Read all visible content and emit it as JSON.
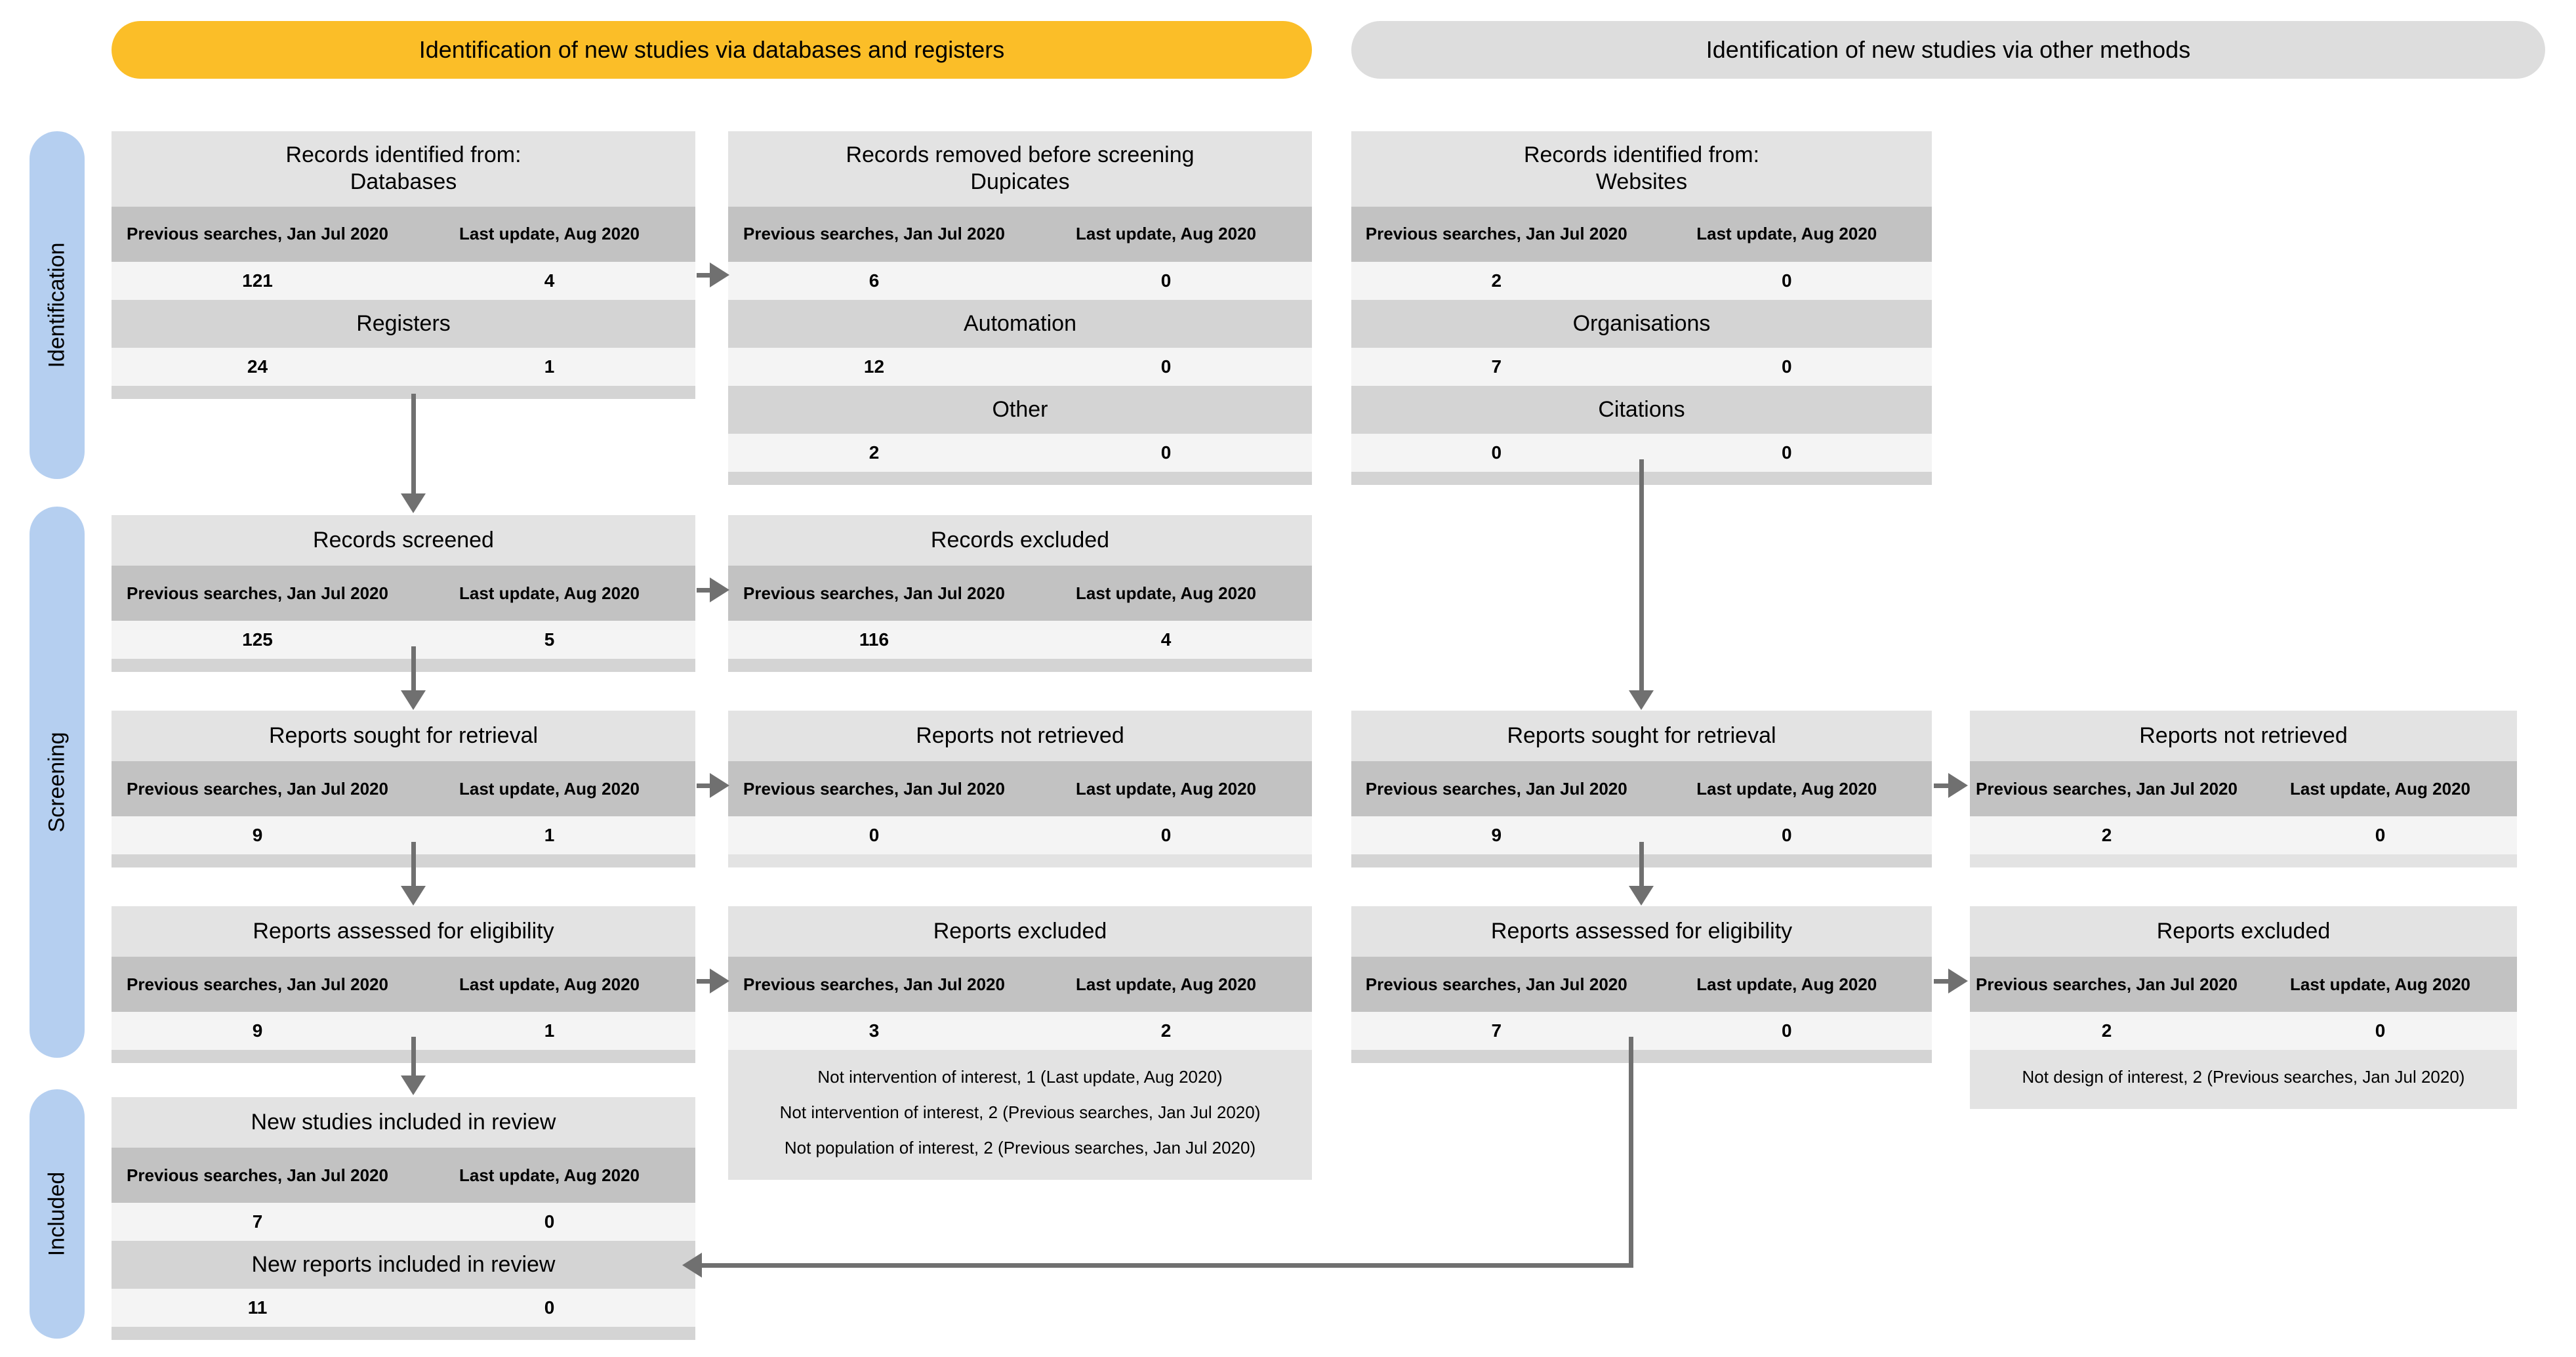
{
  "columns_headers": {
    "databases_registers": "Identification of new studies via databases and registers",
    "other_methods": "Identification of new studies via other methods"
  },
  "phases": [
    {
      "label": "Identification"
    },
    {
      "label": "Screening"
    },
    {
      "label": "Included"
    }
  ],
  "table_headers": {
    "previous": "Previous searches, Jan Jul 2020",
    "last_update": "Last update, Aug 2020"
  },
  "colors": {
    "banner_databases": "#fbbe28",
    "banner_other": "#dddddd",
    "phase_pill": "#b5cff0",
    "box_light": "#e3e3e3",
    "box_header": "#c2c2c2",
    "box_value_row": "#f4f4f4",
    "box_sub": "#d4d4d4",
    "arrow": "#707070"
  },
  "boxes": {
    "records_identified_db": {
      "title": "Records identified from:\nDatabases",
      "title_line1": "Records identified from:",
      "title_line2": "Databases",
      "values": [
        "121",
        "4"
      ],
      "sub1_label": "Registers",
      "sub1_values": [
        "24",
        "1"
      ]
    },
    "records_removed": {
      "title_line1": "Records removed before screening",
      "title_line2": "Dupicates",
      "values": [
        "6",
        "0"
      ],
      "sub1_label": "Automation",
      "sub1_values": [
        "12",
        "0"
      ],
      "sub2_label": "Other",
      "sub2_values": [
        "2",
        "0"
      ]
    },
    "records_identified_other": {
      "title_line1": "Records identified from:",
      "title_line2": "Websites",
      "values": [
        "2",
        "0"
      ],
      "sub1_label": "Organisations",
      "sub1_values": [
        "7",
        "0"
      ],
      "sub2_label": "Citations",
      "sub2_values": [
        "0",
        "0"
      ]
    },
    "records_screened": {
      "title": "Records screened",
      "values": [
        "125",
        "5"
      ]
    },
    "records_excluded": {
      "title": "Records excluded",
      "values": [
        "116",
        "4"
      ]
    },
    "reports_sought_db": {
      "title": "Reports sought for retrieval",
      "values": [
        "9",
        "1"
      ]
    },
    "reports_not_retrieved_db": {
      "title": "Reports not retrieved",
      "values": [
        "0",
        "0"
      ]
    },
    "reports_sought_other": {
      "title": "Reports sought for retrieval",
      "values": [
        "9",
        "0"
      ]
    },
    "reports_not_retrieved_other": {
      "title": "Reports not retrieved",
      "values": [
        "2",
        "0"
      ]
    },
    "reports_assessed_db": {
      "title": "Reports assessed for eligibility",
      "values": [
        "9",
        "1"
      ]
    },
    "reports_excluded_db": {
      "title": "Reports excluded",
      "values": [
        "3",
        "2"
      ],
      "reasons": [
        "Not intervention of interest, 1 (Last update, Aug 2020)",
        "Not intervention of interest, 2 (Previous searches, Jan Jul 2020)",
        "Not population of interest, 2 (Previous searches, Jan Jul 2020)"
      ]
    },
    "reports_assessed_other": {
      "title": "Reports assessed for eligibility",
      "values": [
        "7",
        "0"
      ]
    },
    "reports_excluded_other": {
      "title": "Reports excluded",
      "values": [
        "2",
        "0"
      ],
      "reasons": [
        "Not design of interest, 2 (Previous searches, Jan Jul 2020)"
      ]
    },
    "new_studies_included": {
      "title": "New studies included in review",
      "values": [
        "7",
        "0"
      ],
      "sub1_label": "New reports included in review",
      "sub1_values": [
        "11",
        "0"
      ]
    }
  }
}
